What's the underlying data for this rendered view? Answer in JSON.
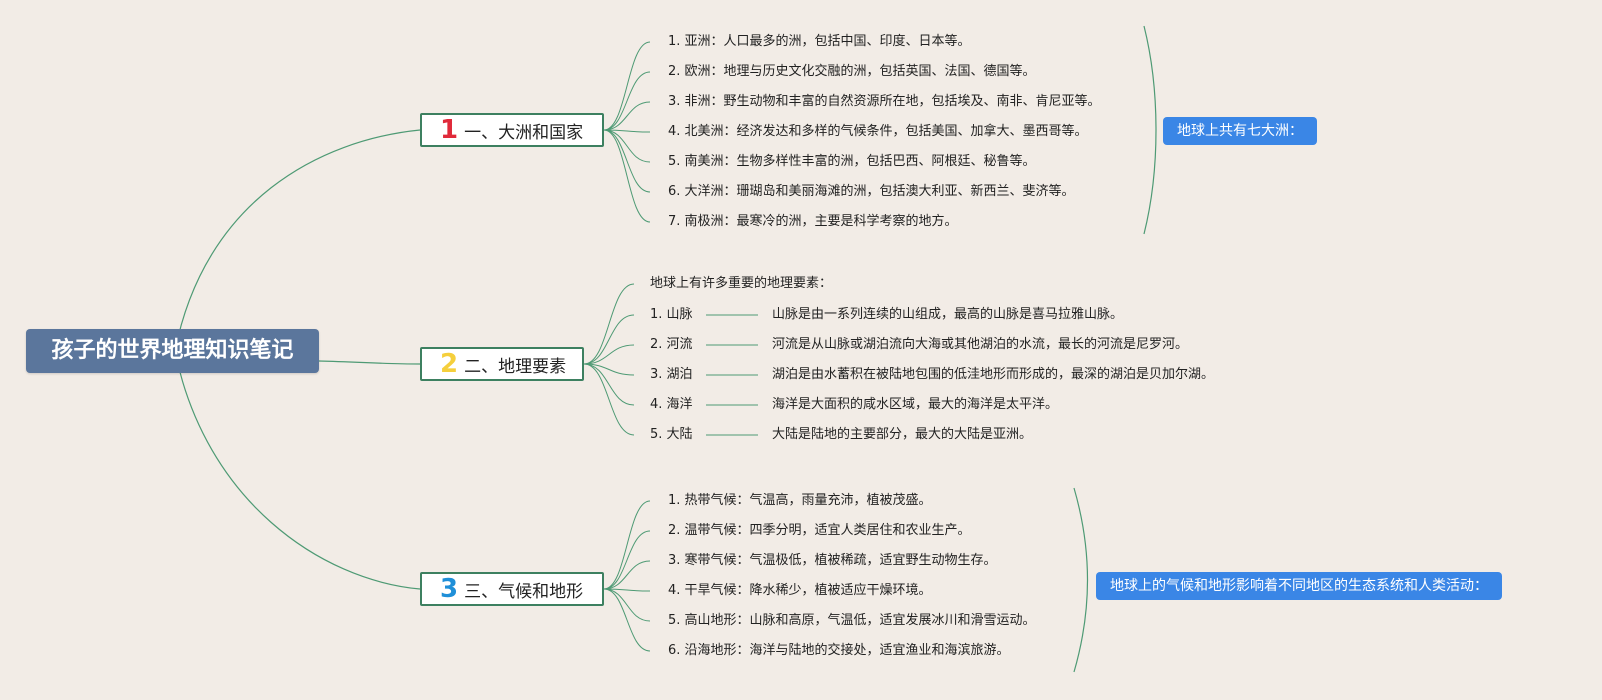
{
  "root": {
    "title": "孩子的世界地理知识笔记"
  },
  "branches": [
    {
      "number": "1",
      "label": "一、大洲和国家",
      "items": [
        "1. 亚洲：人口最多的洲，包括中国、印度、日本等。",
        "2. 欧洲：地理与历史文化交融的洲，包括英国、法国、德国等。",
        "3. 非洲：野生动物和丰富的自然资源所在地，包括埃及、南非、肯尼亚等。",
        "4. 北美洲：经济发达和多样的气候条件，包括美国、加拿大、墨西哥等。",
        "5. 南美洲：生物多样性丰富的洲，包括巴西、阿根廷、秘鲁等。",
        "6. 大洋洲：珊瑚岛和美丽海滩的洲，包括澳大利亚、新西兰、斐济等。",
        "7. 南极洲：最寒冷的洲，主要是科学考察的地方。"
      ],
      "summary": "地球上共有七大洲："
    },
    {
      "number": "2",
      "label": "二、地理要素",
      "intro": "地球上有许多重要的地理要素：",
      "items": [
        {
          "name": "1. 山脉",
          "desc": "山脉是由一系列连续的山组成，最高的山脉是喜马拉雅山脉。"
        },
        {
          "name": "2. 河流",
          "desc": "河流是从山脉或湖泊流向大海或其他湖泊的水流，最长的河流是尼罗河。"
        },
        {
          "name": "3. 湖泊",
          "desc": "湖泊是由水蓄积在被陆地包围的低洼地形而形成的，最深的湖泊是贝加尔湖。"
        },
        {
          "name": "4. 海洋",
          "desc": "海洋是大面积的咸水区域，最大的海洋是太平洋。"
        },
        {
          "name": "5. 大陆",
          "desc": "大陆是陆地的主要部分，最大的大陆是亚洲。"
        }
      ]
    },
    {
      "number": "3",
      "label": "三、气候和地形",
      "items": [
        "1. 热带气候：气温高，雨量充沛，植被茂盛。",
        "2. 温带气候：四季分明，适宜人类居住和农业生产。",
        "3. 寒带气候：气温极低，植被稀疏，适宜野生动物生存。",
        "4. 干旱气候：降水稀少，植被适应干燥环境。",
        "5. 高山地形：山脉和高原，气温低，适宜发展冰川和滑雪运动。",
        "6. 沿海地形：海洋与陆地的交接处，适宜渔业和海滨旅游。"
      ],
      "summary": "地球上的气候和地形影响着不同地区的生态系统和人类活动："
    }
  ],
  "colors": {
    "background": "#f2ece6",
    "root_fill": "#5b769c",
    "branch_border": "#3d8060",
    "connector": "#4e9a74",
    "summary_fill": "#3a86e6",
    "num1": "#e02a3a",
    "num2": "#f5cf3c",
    "num3": "#1f8fd8"
  }
}
